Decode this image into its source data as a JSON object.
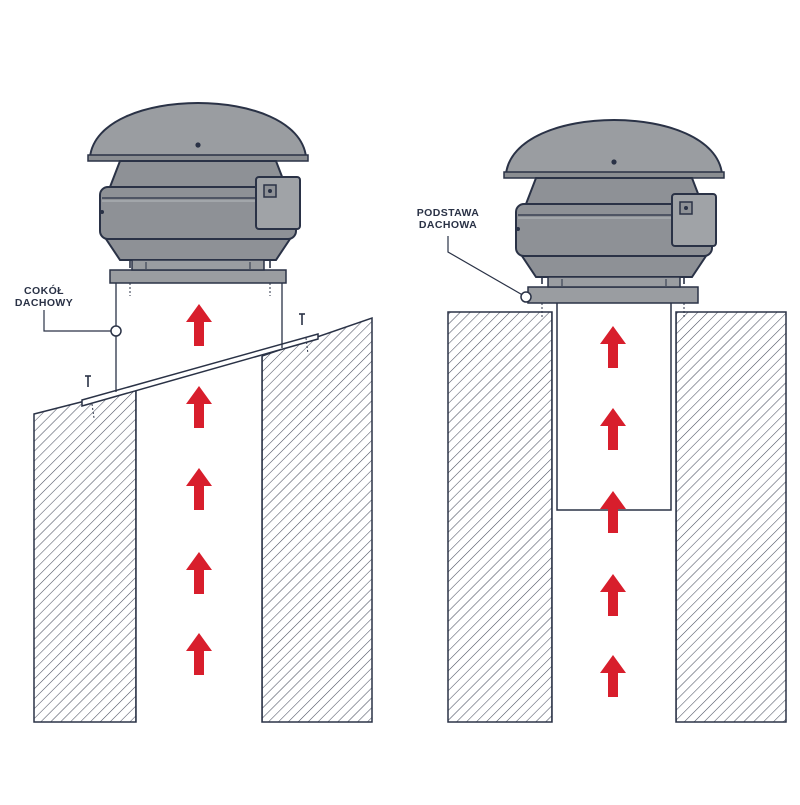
{
  "colors": {
    "outline": "#2a3246",
    "fan_body": "#8e9196",
    "fan_body_light": "#a9acb0",
    "fan_cap": "#9a9da1",
    "airflow_arrow": "#d81e2c",
    "hatch": "#4a5060",
    "background": "#ffffff"
  },
  "left": {
    "label_line1": "COKÓŁ",
    "label_line2": "DACHOWY"
  },
  "right": {
    "label_line1": "PODSTAWA",
    "label_line2": "DACHOWA"
  },
  "icons": {
    "airflow": "arrow-up-icon",
    "fan": "roof-fan-icon",
    "screw": "screw-icon"
  }
}
